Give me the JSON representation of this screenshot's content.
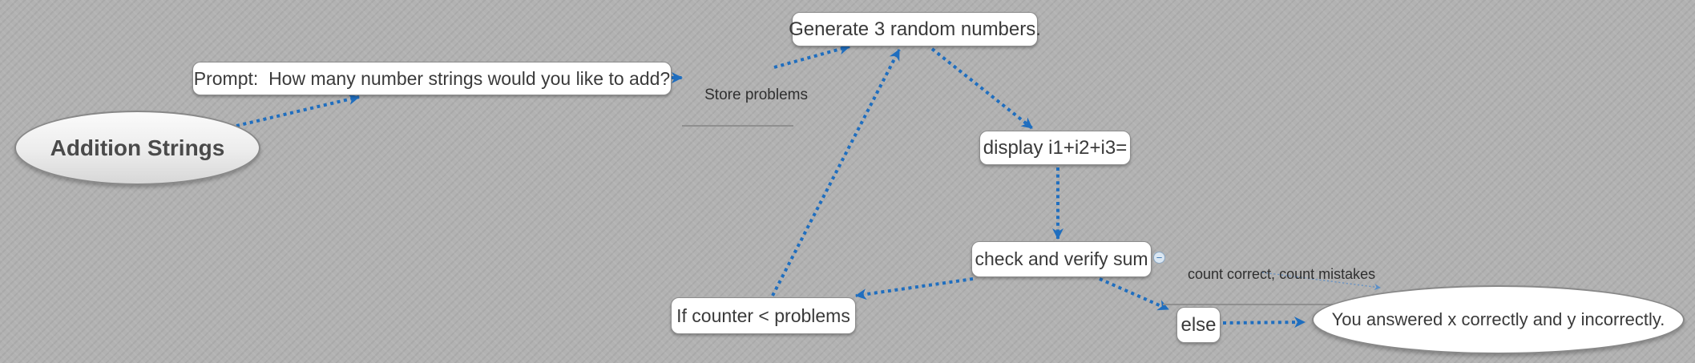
{
  "diagram": {
    "nodes": {
      "start": {
        "label": "Addition Strings",
        "shape": "ellipse"
      },
      "prompt": {
        "label": "Prompt:  How many number strings would you like to add?",
        "shape": "box"
      },
      "store": {
        "label": "Store problems",
        "shape": "underlined-label"
      },
      "generate": {
        "label": "Generate 3 random numbers.",
        "shape": "box"
      },
      "display": {
        "label": "display i1+i2+i3=",
        "shape": "box"
      },
      "check": {
        "label": "check and verify sum",
        "shape": "box"
      },
      "count": {
        "label": "count correct, count mistakes",
        "shape": "underlined-label"
      },
      "if": {
        "label": "If counter < problems",
        "shape": "box"
      },
      "else": {
        "label": "else",
        "shape": "box"
      },
      "end": {
        "label": "You answered x correctly and y incorrectly.",
        "shape": "ellipse"
      }
    },
    "edges": [
      {
        "from": "start",
        "to": "prompt"
      },
      {
        "from": "prompt",
        "to": "store"
      },
      {
        "from": "store",
        "to": "generate"
      },
      {
        "from": "generate",
        "to": "display"
      },
      {
        "from": "display",
        "to": "check"
      },
      {
        "from": "check",
        "to": "if"
      },
      {
        "from": "if",
        "to": "generate"
      },
      {
        "from": "check",
        "to": "else"
      },
      {
        "from": "else",
        "to": "end"
      },
      {
        "from": "count",
        "to": "end",
        "style": "thin"
      }
    ],
    "collapse_button": {
      "glyph": "−"
    },
    "colors": {
      "background": "#b2b2b2",
      "arrow": "#1f6ebf",
      "arrow_thin": "#6a93c2",
      "node_fill": "#ffffff",
      "node_border": "#8d8d8d",
      "text": "#3a3a3a"
    }
  }
}
